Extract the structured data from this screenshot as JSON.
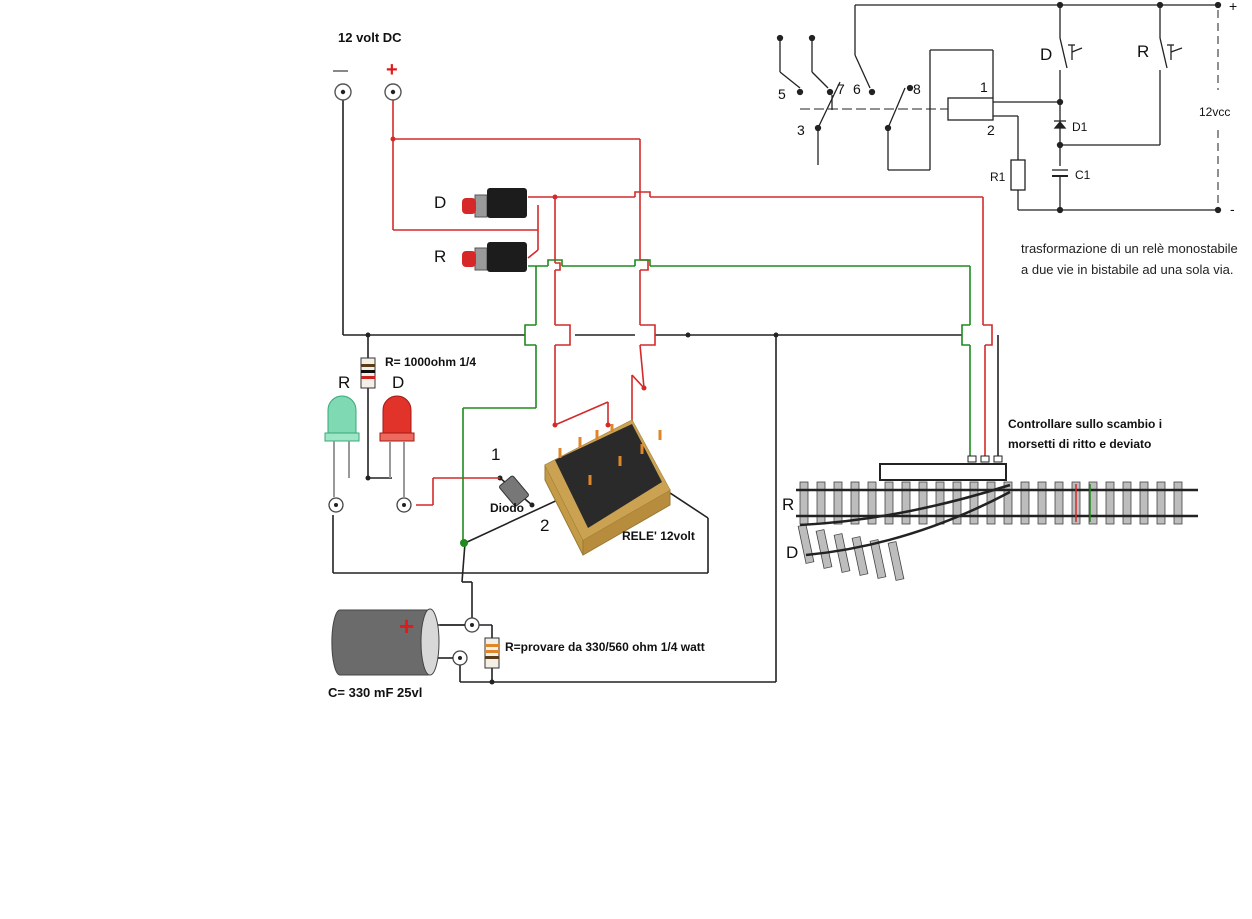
{
  "supply": {
    "title": "12 volt DC",
    "minus": "—",
    "plus": "+"
  },
  "buttons": {
    "deviated": "D",
    "straight": "R"
  },
  "leds": {
    "straight": "R",
    "deviated": "D",
    "resistor": "R= 1000ohm 1/4"
  },
  "relay": {
    "pin1": "1",
    "pin2": "2",
    "diode": "Diodo",
    "label": "RELE' 12volt"
  },
  "capacitor": {
    "label": "C=  330 mF 25vl",
    "plus": "+",
    "resistor": "R=provare da 330/560 ohm 1/4 watt"
  },
  "track": {
    "note": "Controllare sullo scambio i morsetti di ritto e deviato",
    "straight": "R",
    "deviated": "D"
  },
  "schematic": {
    "pins": [
      "5",
      "7",
      "6",
      "8",
      "3",
      "1",
      "2"
    ],
    "buttons": [
      "D",
      "R"
    ],
    "diode": "D1",
    "resistor": "R1",
    "capacitor": "C1",
    "voltage": "12vcc",
    "plus": "+",
    "minus": "-"
  },
  "description": "trasformazione di un relè monostabile a due vie in bistabile ad una sola via.",
  "colors": {
    "red_wire": "#d42a2a",
    "green_wire": "#1f8a1f",
    "black_wire": "#222222",
    "button": "#d62828",
    "relay_body": "#c9a04a"
  }
}
